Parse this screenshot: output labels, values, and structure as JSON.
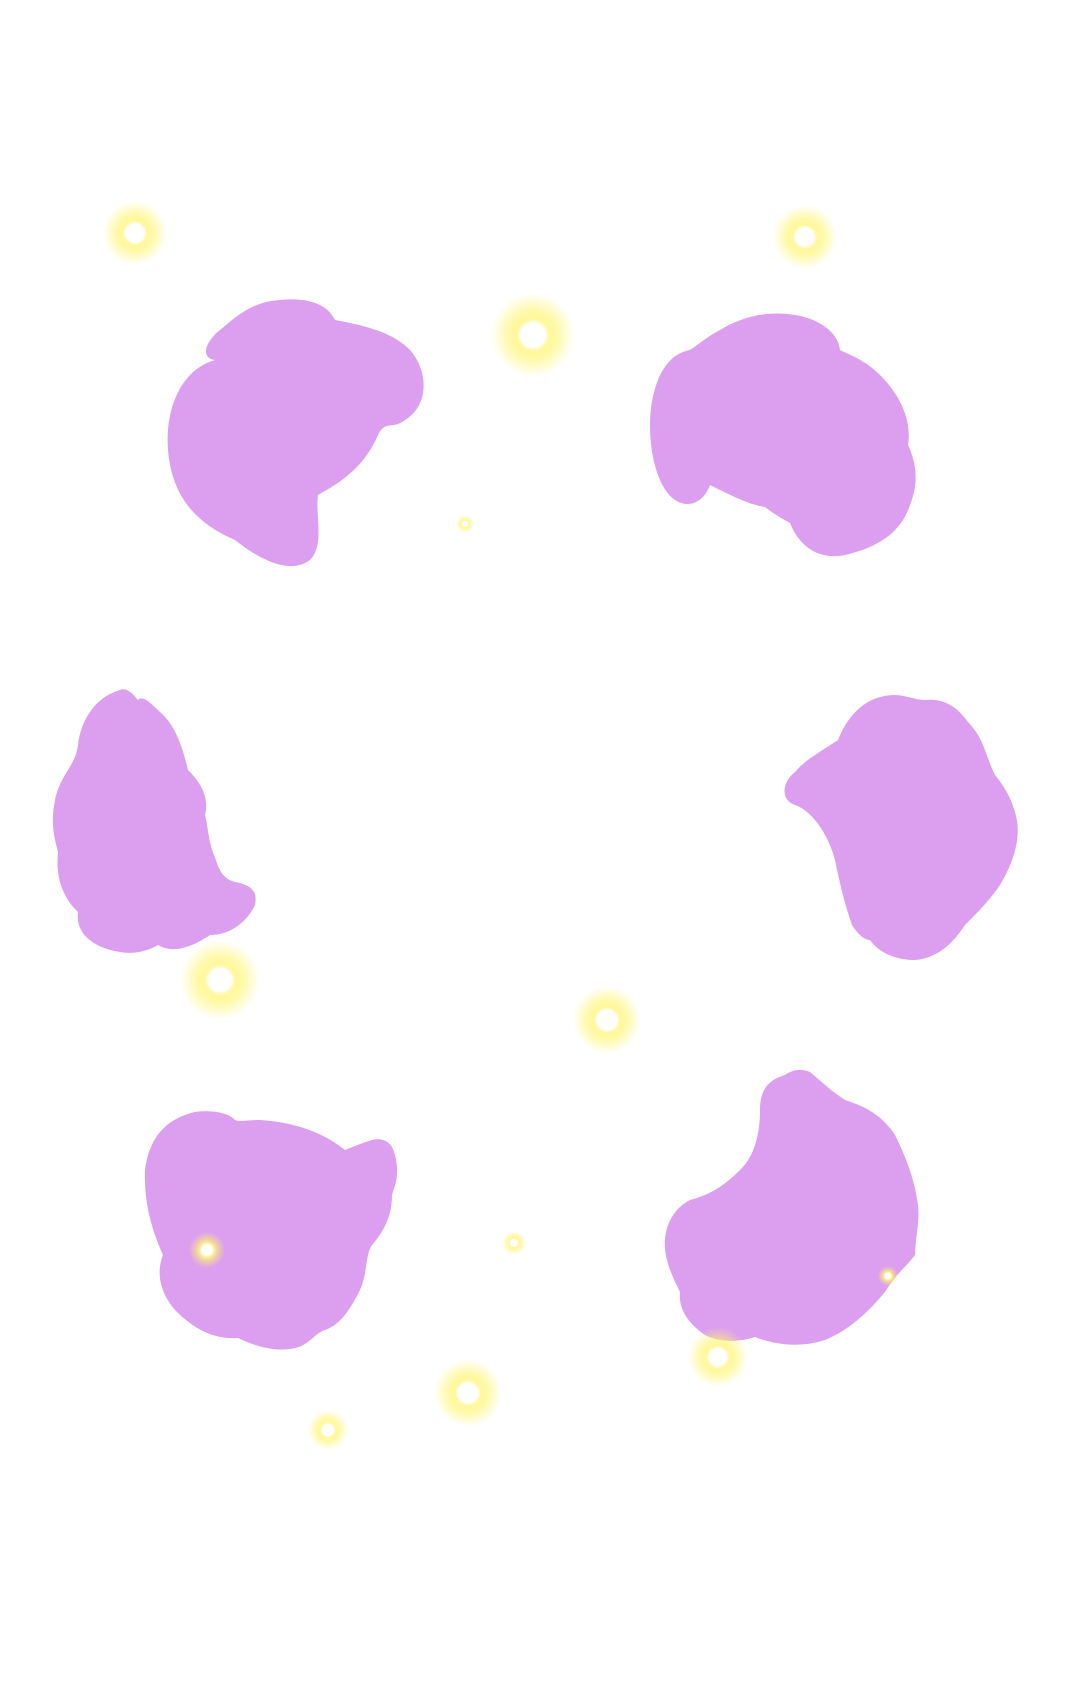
{
  "canvas": {
    "background": "#ffffff",
    "blob_color": "#dc9ff0",
    "glow_color": "#fff46a",
    "glow_core_color": "#ffffff"
  },
  "blobs": [
    {
      "name": "blob-top-left"
    },
    {
      "name": "blob-top-right"
    },
    {
      "name": "blob-middle-left"
    },
    {
      "name": "blob-middle-right"
    },
    {
      "name": "blob-bottom-left"
    },
    {
      "name": "blob-bottom-right"
    }
  ],
  "sparkles": [
    {
      "name": "sparkle-1"
    },
    {
      "name": "sparkle-2"
    },
    {
      "name": "sparkle-3"
    },
    {
      "name": "sparkle-4"
    },
    {
      "name": "sparkle-5"
    },
    {
      "name": "sparkle-6"
    },
    {
      "name": "sparkle-7"
    },
    {
      "name": "sparkle-8"
    },
    {
      "name": "sparkle-9"
    },
    {
      "name": "sparkle-10"
    },
    {
      "name": "sparkle-11"
    },
    {
      "name": "sparkle-12"
    }
  ]
}
